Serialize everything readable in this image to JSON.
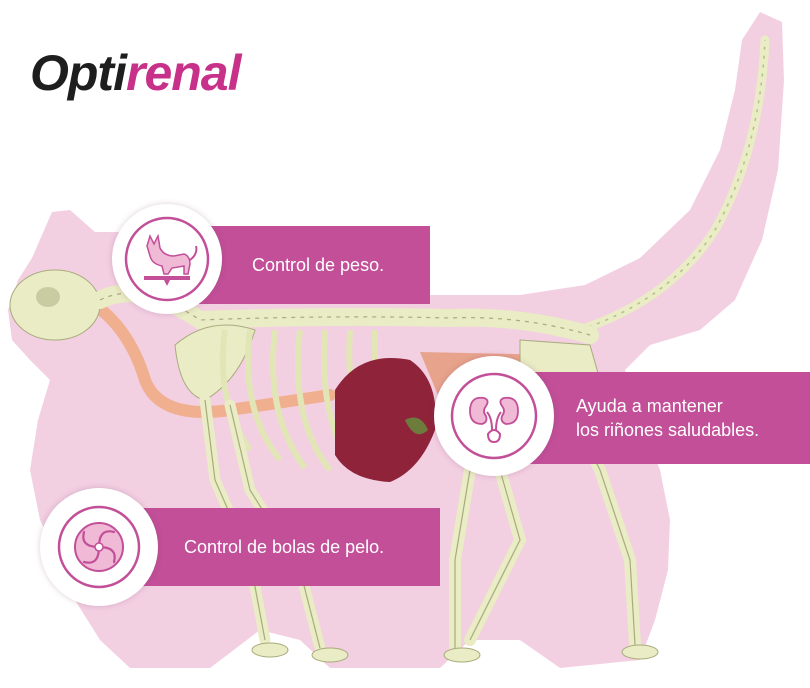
{
  "logo": {
    "part1": "Opti",
    "part2": "renal"
  },
  "callouts": {
    "weight": {
      "text": "Control de peso.",
      "icon": "cat-on-scale-icon"
    },
    "kidneys": {
      "line1": "Ayuda a mantener",
      "line2": "los riñones saludables.",
      "icon": "kidneys-icon"
    },
    "hairball": {
      "text": "Control de bolas de pelo.",
      "icon": "hairball-swirl-icon"
    }
  },
  "colors": {
    "brand_pink": "#c24f98",
    "silhouette": "#f3cfe2",
    "bone": "#e9ecc4",
    "organ": "#8e2339"
  }
}
